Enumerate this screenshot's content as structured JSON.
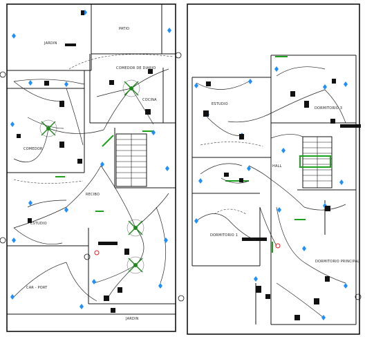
{
  "plans": [
    {
      "name": "ground-floor",
      "rooms": [
        {
          "key": "patio",
          "label": "PATIO"
        },
        {
          "key": "jardin-top",
          "label": "JARDIN"
        },
        {
          "key": "comedor-diario",
          "label": "COMEDOR DE DIARIO"
        },
        {
          "key": "cocina",
          "label": "COCINA"
        },
        {
          "key": "comedor",
          "label": "COMEDOR"
        },
        {
          "key": "recibo",
          "label": "RECIBO"
        },
        {
          "key": "estudio",
          "label": "ESTUDIO"
        },
        {
          "key": "car-port",
          "label": "CAR - PORT"
        },
        {
          "key": "jardin-bottom",
          "label": "JARDIN"
        }
      ]
    },
    {
      "name": "upper-floor",
      "rooms": [
        {
          "key": "estudio-up",
          "label": "ESTUDIO"
        },
        {
          "key": "dormitorio-3",
          "label": "DORMITORIO 3"
        },
        {
          "key": "hall",
          "label": "HALL"
        },
        {
          "key": "dormitorio-1",
          "label": "DORMITORIO 1"
        },
        {
          "key": "dormitorio-principal",
          "label": "DORMITORIO PRINCIPAL"
        }
      ]
    }
  ],
  "colors": {
    "wall": "#111111",
    "fixture": "#1f8fff",
    "accent": "#1aa31a",
    "panel": "#e02020"
  }
}
